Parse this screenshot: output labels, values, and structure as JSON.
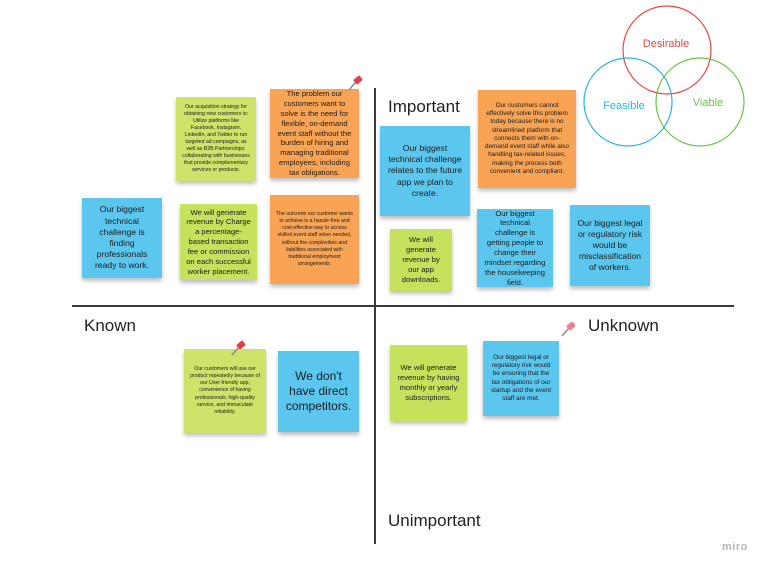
{
  "axes": {
    "top": "Important",
    "bottom": "Unimportant",
    "left": "Known",
    "right": "Unknown"
  },
  "venn": {
    "desirable": "Desirable",
    "feasible": "Feasible",
    "viable": "Viable",
    "colors": {
      "desirable": "#e8483d",
      "feasible": "#2bb3e0",
      "viable": "#6cc24a"
    }
  },
  "notes": {
    "acquisition": "Our acquisition strategy for obtaining new customers is: Utilize platforms like Facebook, Instagram, LinkedIn, and Twitter to run targeted ad campaigns, as well as B2B Partnerships: collaborating with businesses that provide complementary services or products.",
    "problem": "The problem our customers want to solve is the need for flexible, on-demand event staff without the burden of hiring and managing traditional employees, including tax obligations.",
    "tech_challenge_pros": "Our biggest technical challenge is finding professionals ready to work.",
    "revenue_fee": "We will generate revenue by Charge a percentage-based transaction fee or commission on each successful worker placement.",
    "outcome": "The outcome our customer wants to achieve is a hassle-free and cost-effective way to access skilled event staff when needed, without the complexities and liabilities associated with traditional employment arrangements.",
    "tech_challenge_app": "Our biggest technical challenge relates to the future app we plan to create.",
    "cannot_solve": "Our customers cannot effectively solve this problem today because there is no streamlined platform that connects them with on-demand event staff while also handling tax-related issues, making the process both convenient and compliant.",
    "revenue_downloads": "We will generate revenue by our app downloads.",
    "tech_challenge_mindset": "Our biggest technical challenge is getting people to change their mindset regarding the housekeeping field.",
    "legal_misclass": "Our biggest legal or regulatory risk would be misclassification of workers.",
    "repeat_use": "Our customers will use our product repeatedly because of our User-friendly app, convenience of having professionals, high-quality service, and immaculate reliability.",
    "no_competitors": "We don't have direct competitors.",
    "revenue_subscriptions": "We will generate revenue by having monthly or yearly subscriptions.",
    "legal_tax": "Our biggest legal or regulatory risk would be ensuring that the tax obligations of our startup and the event staff are met."
  },
  "colors": {
    "sticky_yellow": "#cfe36a",
    "sticky_green": "#c6e25c",
    "sticky_orange": "#f9a455",
    "sticky_blue": "#5bc7ef",
    "pin_red": "#e0404a",
    "pin_pink": "#e9828b"
  },
  "watermark": "miro"
}
